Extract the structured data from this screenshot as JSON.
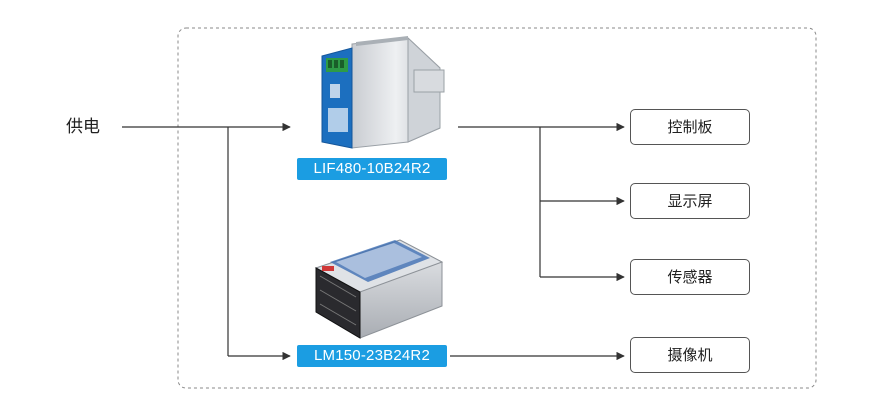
{
  "input": {
    "label": "供电"
  },
  "power_supplies": [
    {
      "model": "LIF480-10B24R2",
      "image": "din-rail-power-supply-photo"
    },
    {
      "model": "LM150-23B24R2",
      "image": "enclosed-power-supply-photo"
    }
  ],
  "outputs": [
    {
      "label": "控制板"
    },
    {
      "label": "显示屏"
    },
    {
      "label": "传感器"
    },
    {
      "label": "摄像机"
    }
  ],
  "colors": {
    "model_label_bg": "#1b9de2",
    "line": "#333333",
    "border": "#555555",
    "frame": "#888888"
  }
}
